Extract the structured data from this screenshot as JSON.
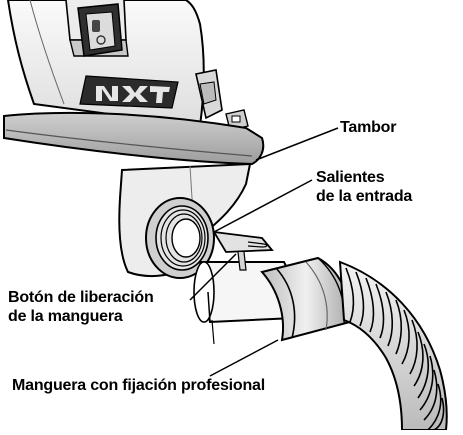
{
  "diagram": {
    "brand_logo_text": "NXT",
    "callouts": {
      "tambor": "Tambor",
      "salientes_line1": "Salientes",
      "salientes_line2": "de la entrada",
      "boton_line1": "Botón de liberación",
      "boton_line2": "de la manguera",
      "manguera": "Manguera con fijación profesional"
    },
    "colors": {
      "line": "#000000",
      "body_light": "#e9e9e9",
      "body_mid": "#bdbdbd",
      "body_dark": "#8f8f8f",
      "logo_plate": "#2b2b2b"
    }
  }
}
